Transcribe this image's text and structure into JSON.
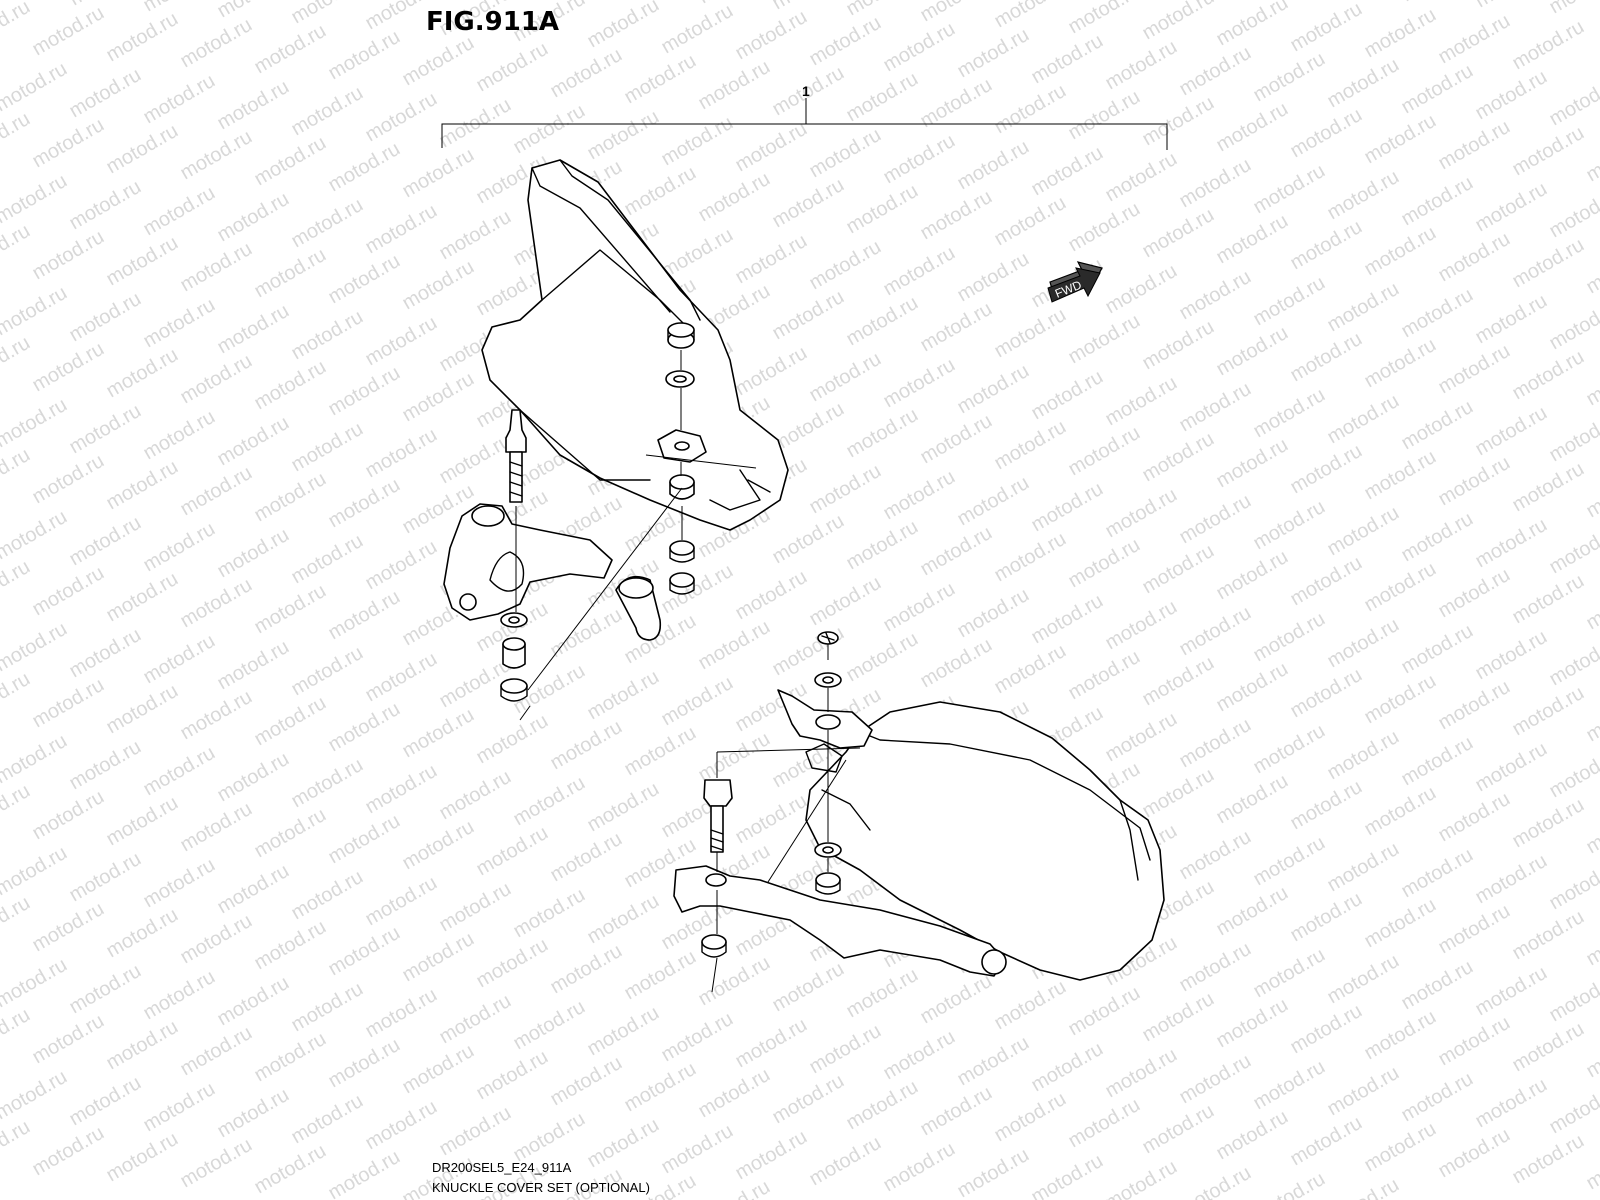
{
  "figure": {
    "title": "FIG.911A",
    "callout": "1",
    "fwd_label": "FWD",
    "code": "DR200SEL5_E24_911A",
    "caption": "KNUCKLE COVER SET (OPTIONAL)"
  },
  "watermark": {
    "text": "motod.ru"
  }
}
